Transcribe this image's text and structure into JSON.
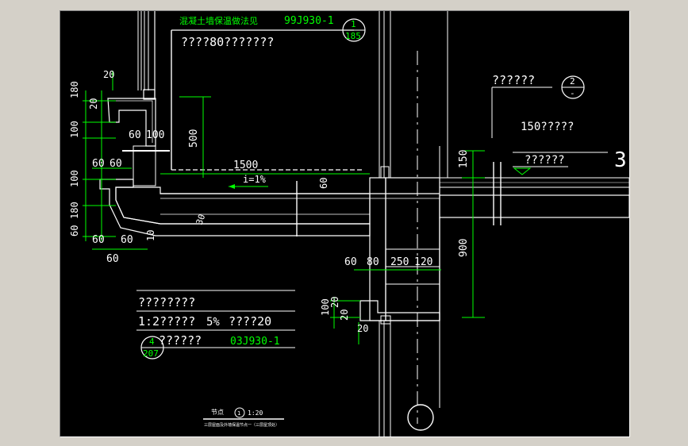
{
  "drawing": {
    "colors": {
      "background": "#000000",
      "linework": "#ffffff",
      "annotation": "#00ff00",
      "window_frame": "#d4d0c8"
    },
    "top_note": {
      "text": "混凝土墙保温做法见",
      "code": "99J930-1",
      "ref_num": "1",
      "ref_sheet": "185"
    },
    "top_sub_note": "????80???????",
    "right_note": "??????",
    "right_index": {
      "num": "2",
      "sheet": "-"
    },
    "slab_note": "150?????",
    "slab_sub_note": "??????",
    "axis_label": "3",
    "slope": "i=1%",
    "table_note": {
      "line1": "????????",
      "line2a": "1:2?????",
      "line2b": "5%",
      "line2c": "????20",
      "line3": "??????",
      "line3_code": "03J930-1",
      "index_num": "4",
      "index_sheet": "207"
    },
    "title": {
      "name": "节点",
      "num": "1",
      "scale": "1:20",
      "subtitle": "三层屋面及外墙保温节点一（三层屋顶处）"
    },
    "dims": {
      "left_v": [
        "20",
        "180",
        "100",
        "100",
        "180",
        "60"
      ],
      "left_h": [
        "20",
        "60",
        "60",
        "60",
        "60",
        "60"
      ],
      "top_small": [
        "60",
        "100",
        "500",
        "1500",
        "60",
        "10"
      ],
      "right": [
        "150",
        "900"
      ],
      "mid": [
        "60",
        "80",
        "250",
        "120"
      ],
      "bottom": [
        "100",
        "20",
        "20",
        "20"
      ],
      "small_30": "30"
    }
  }
}
